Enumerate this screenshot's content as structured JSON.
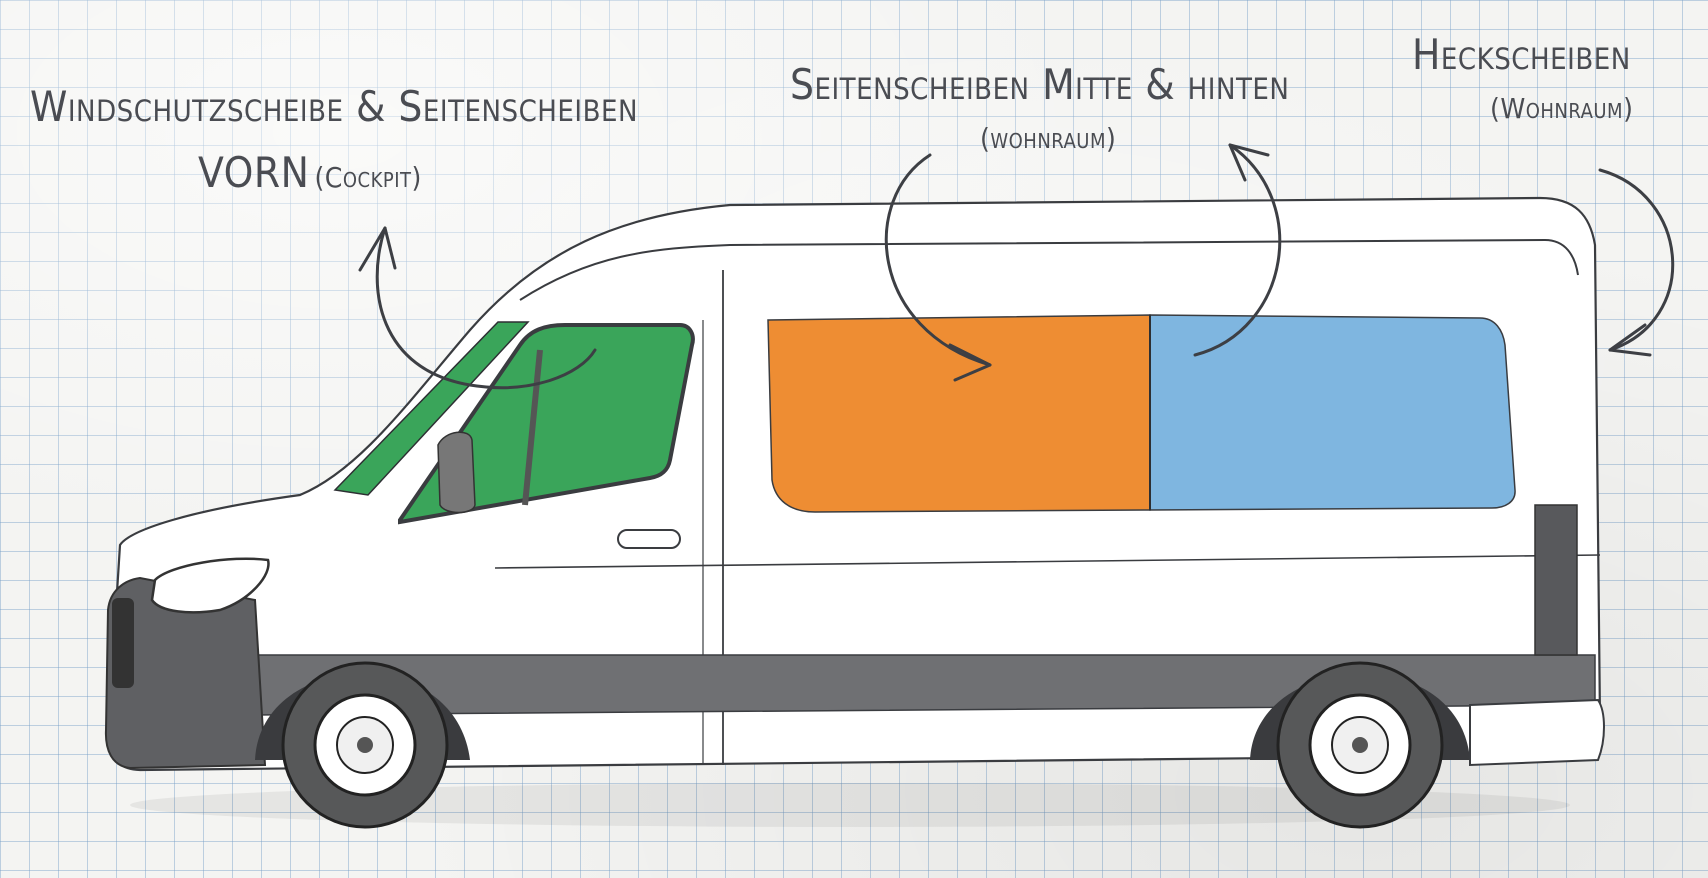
{
  "labels": {
    "cockpit_title": "Windschutzscheibe & Seitenscheiben",
    "cockpit_vorn": "VORN",
    "cockpit_sub": "(Cockpit)",
    "middle_title": "Seitenscheiben Mitte & hinten",
    "middle_sub": "(wohnraum)",
    "rear_title": "Heckscheiben",
    "rear_sub": "(Wohnraum)"
  },
  "zones": {
    "cockpit": {
      "color": "#3aa55a"
    },
    "middle": {
      "color": "#ee8d33"
    },
    "rear": {
      "color": "#7fb6e0"
    }
  }
}
